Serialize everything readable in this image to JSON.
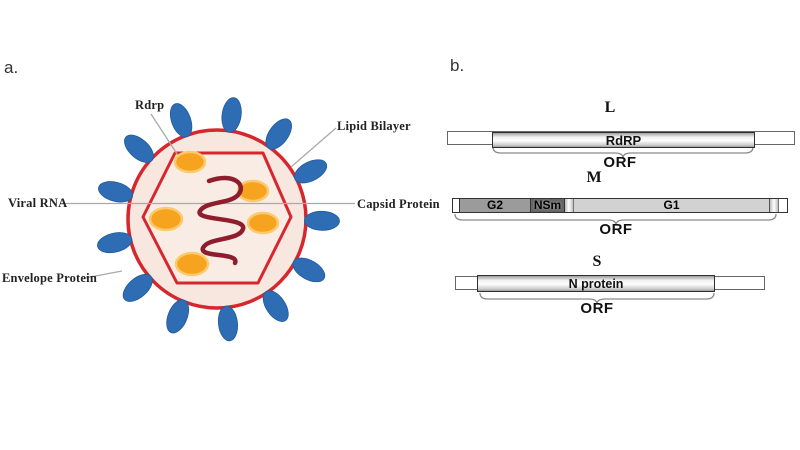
{
  "figure": {
    "panel_a_label": "a.",
    "panel_b_label": "b."
  },
  "virus": {
    "labels": {
      "rdrp": "Rdrp",
      "lipid_bilayer": "Lipid Bilayer",
      "viral_rna": "Viral RNA",
      "capsid_protein": "Capsid Protein",
      "envelope_protein": "Envelope Protein"
    }
  },
  "genome": {
    "segments": [
      {
        "name": "L",
        "orf": "ORF",
        "regions": [
          {
            "label": "RdRP"
          }
        ]
      },
      {
        "name": "M",
        "orf": "ORF",
        "regions": [
          {
            "label": "G2"
          },
          {
            "label": "NSm"
          },
          {
            "label": "G1"
          }
        ]
      },
      {
        "name": "S",
        "orf": "ORF",
        "regions": [
          {
            "label": "N protein"
          }
        ]
      }
    ]
  },
  "colors": {
    "spike-blue": "#2e6db4",
    "envelope-red": "#d6272e",
    "virion-fill": "#f7e7de",
    "capsid-fill": "#f9ece4",
    "rdrp-orange": "#f6a41f",
    "rdrp-orange-ring": "#fbca6d",
    "rna-maroon": "#8e1e2d",
    "leader-gray": "#a9a9a9",
    "seg-g2": "#9b9b9b",
    "seg-nsm": "#666666",
    "seg-g1": "#d2d2d2"
  }
}
